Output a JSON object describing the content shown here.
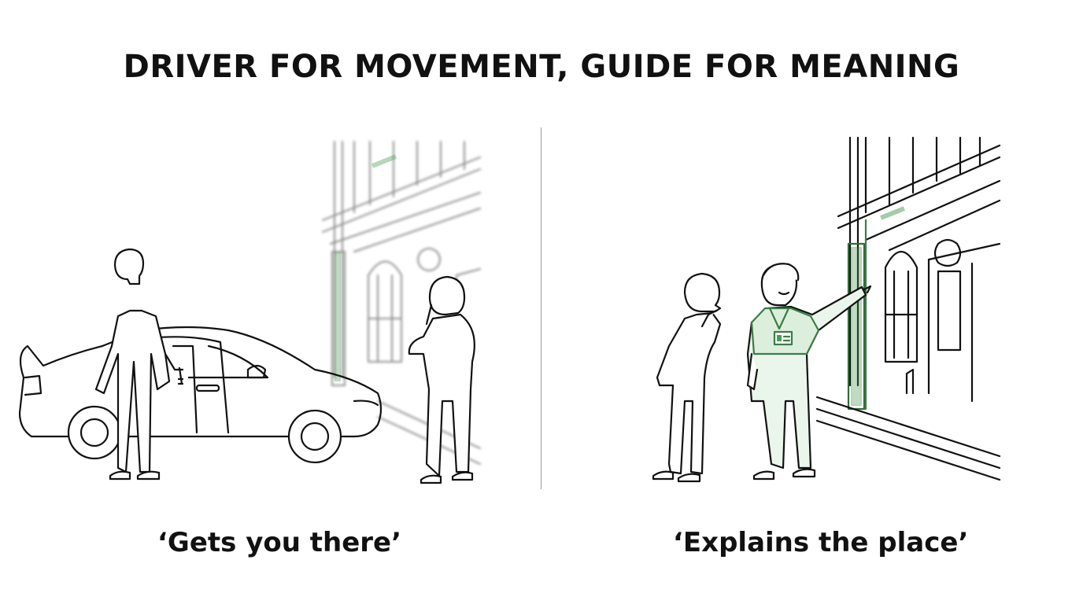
{
  "title": "DRIVER FOR MOVEMENT, GUIDE FOR MEANING",
  "panels": [
    {
      "caption": "‘Gets you there’"
    },
    {
      "caption": "‘Explains the place’"
    }
  ],
  "colors": {
    "line": "#111111",
    "accent_green": "#4c9a55",
    "divider": "#9a9a9a"
  }
}
